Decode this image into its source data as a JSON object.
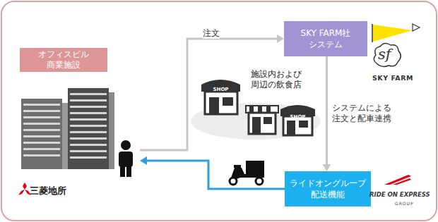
{
  "diagram": {
    "nodes": [
      {
        "text": [
          "オフィスビル 商業施設",
          "三菱地所"
        ]
      },
      {
        "text": [
          "SKY FARM社 システム"
        ]
      },
      {
        "text": [
          "ライドオングループ 配送機能"
        ]
      }
    ],
    "edges": [
      {
        "from": 0,
        "to": 1,
        "label": "注文",
        "arrow": "to"
      },
      {
        "from": 1,
        "to": 2,
        "label": "システムによる 注文と配車連携",
        "arrow": "to"
      },
      {
        "from": 2,
        "to": 0,
        "arrow": "to"
      }
    ],
    "labels": [
      "SHOP",
      "SHOP",
      "施設内および 周辺の飲食店",
      "sf",
      "SKY FARM",
      "RIDE ON EXPRESS",
      "GROUP"
    ]
  }
}
